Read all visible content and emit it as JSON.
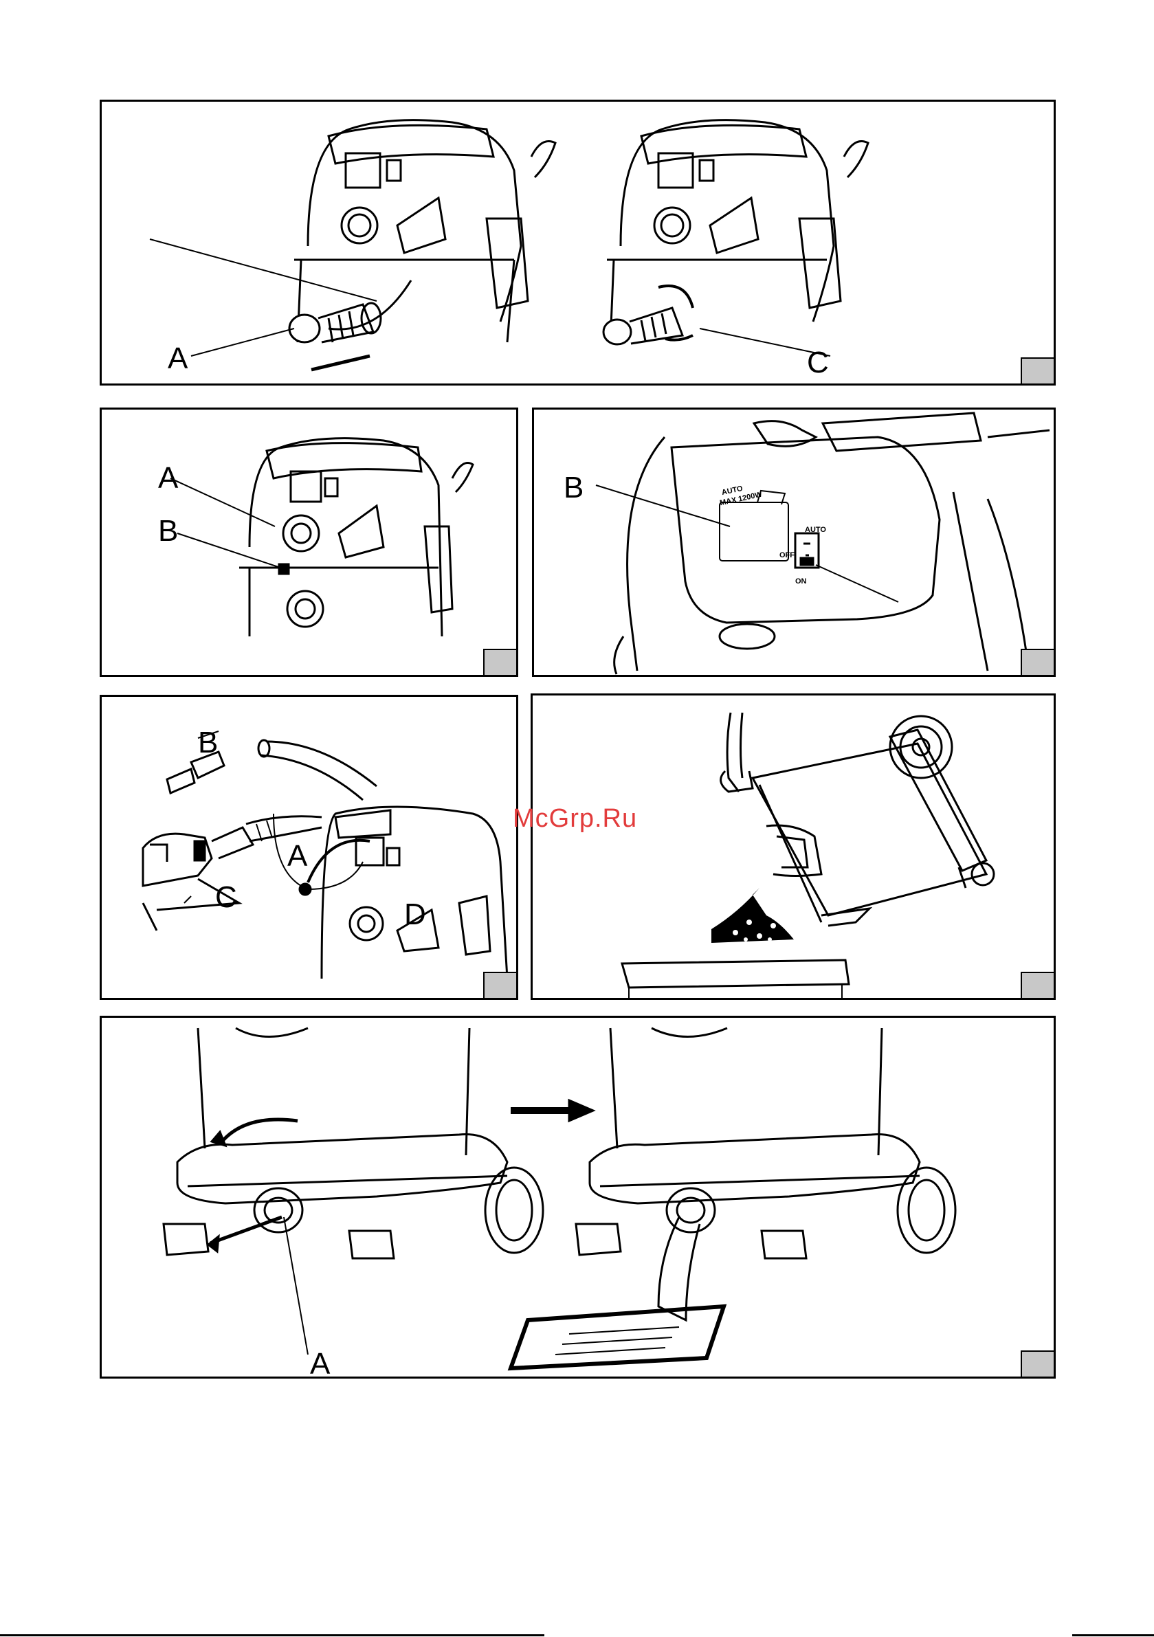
{
  "watermark": "McGrp.Ru",
  "panels": {
    "p1": {
      "label_a": "A",
      "label_c": "C"
    },
    "p2": {
      "label_a": "A",
      "label_b": "B"
    },
    "p3": {
      "label_b": "B",
      "socket_text_1": "AUTO",
      "socket_text_2": "MAX 1200W",
      "switch_auto": "AUTO",
      "switch_off": "OFF",
      "switch_on": "ON"
    },
    "p4": {
      "label_a": "A",
      "label_b": "B",
      "label_c": "C",
      "label_d": "D"
    },
    "p5": {},
    "p6": {
      "label_a": "A"
    }
  },
  "icons": [
    "arrow-icon",
    "rotate-arrow-icon",
    "vacuum-cleaner-illustration",
    "power-socket-icon",
    "rocker-switch-icon",
    "jigsaw-icon",
    "hose-icon",
    "drain-plug-icon"
  ]
}
